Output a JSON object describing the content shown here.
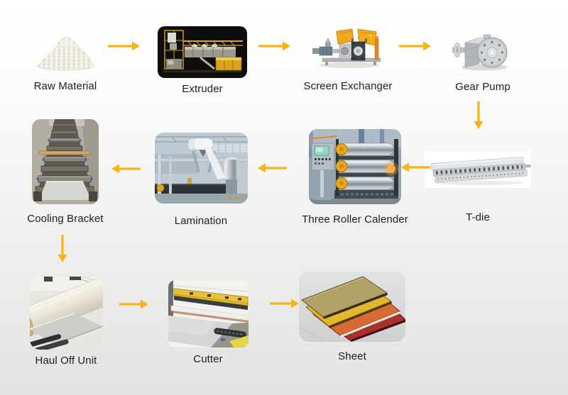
{
  "diagram": {
    "type": "process-flow",
    "arrow_color": "#F9B312",
    "background_top": "#FFFFFF",
    "background_bottom": "#E3E3E1",
    "nodes": [
      {
        "id": "raw-material",
        "label": "Raw Material",
        "row": 1
      },
      {
        "id": "extruder",
        "label": "Extruder",
        "row": 1
      },
      {
        "id": "screen-exchanger",
        "label": "Screen Exchanger",
        "row": 1
      },
      {
        "id": "gear-pump",
        "label": "Gear Pump",
        "row": 1
      },
      {
        "id": "t-die",
        "label": "T-die",
        "row": 2
      },
      {
        "id": "three-roller-calender",
        "label": "Three Roller Calender",
        "row": 2
      },
      {
        "id": "lamination",
        "label": "Lamination",
        "row": 2
      },
      {
        "id": "cooling-bracket",
        "label": "Cooling Bracket",
        "row": 2
      },
      {
        "id": "haul-off-unit",
        "label": "Haul Off Unit",
        "row": 3
      },
      {
        "id": "cutter",
        "label": "Cutter",
        "row": 3
      },
      {
        "id": "sheet",
        "label": "Sheet",
        "row": 3
      }
    ],
    "edges": [
      {
        "from": "Raw Material",
        "to": "Extruder",
        "direction": "right"
      },
      {
        "from": "Extruder",
        "to": "Screen Exchanger",
        "direction": "right"
      },
      {
        "from": "Screen Exchanger",
        "to": "Gear Pump",
        "direction": "right"
      },
      {
        "from": "Gear Pump",
        "to": "T-die",
        "direction": "down"
      },
      {
        "from": "T-die",
        "to": "Three Roller Calender",
        "direction": "left"
      },
      {
        "from": "Three Roller Calender",
        "to": "Lamination",
        "direction": "left"
      },
      {
        "from": "Lamination",
        "to": "Cooling Bracket",
        "direction": "left"
      },
      {
        "from": "Cooling Bracket",
        "to": "Haul Off Unit",
        "direction": "down"
      },
      {
        "from": "Haul Off Unit",
        "to": "Cutter",
        "direction": "right"
      },
      {
        "from": "Cutter",
        "to": "Sheet",
        "direction": "right"
      }
    ]
  }
}
